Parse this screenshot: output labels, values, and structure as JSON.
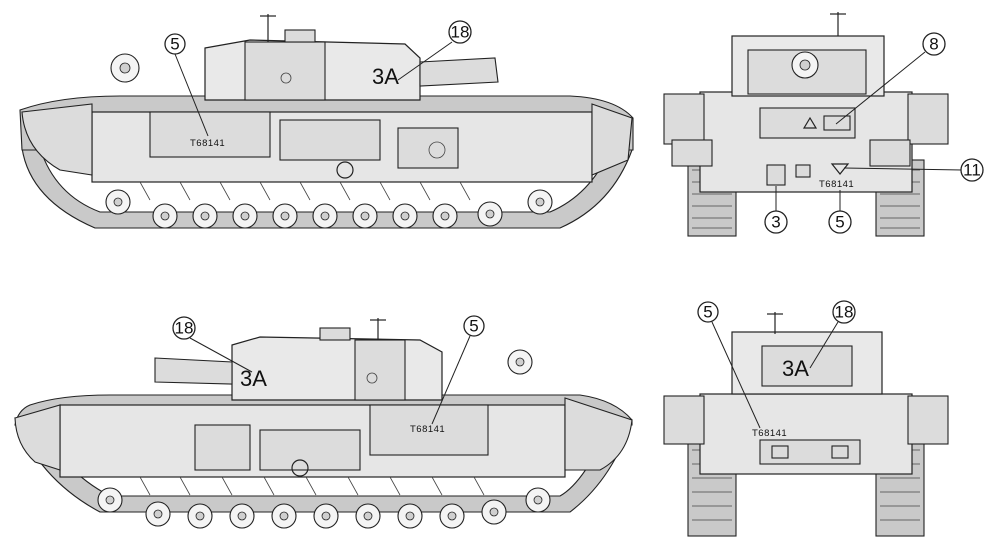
{
  "markings": {
    "turret_code": "3A",
    "serial": "T68141",
    "serial_rear": "T68141"
  },
  "callouts": {
    "view1_serial": "5",
    "view1_turret": "18",
    "view2_plate": "8",
    "view2_number": "11",
    "view2_left": "3",
    "view2_serial": "5",
    "view3_turret": "18",
    "view3_serial": "5",
    "view4_serial": "5",
    "view4_turret": "18"
  }
}
